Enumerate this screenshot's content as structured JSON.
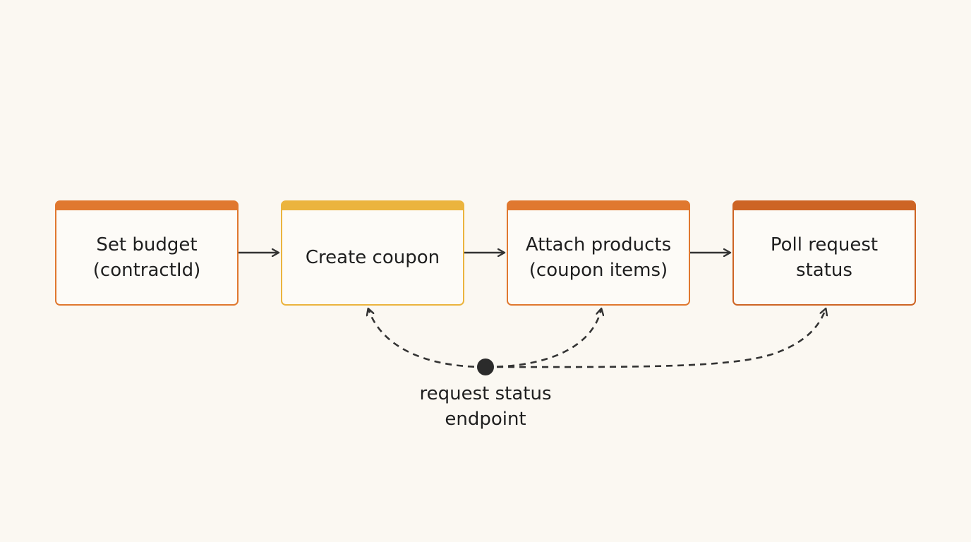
{
  "steps": [
    {
      "label": "Set budget\n(contractId)",
      "color": "#e0782f"
    },
    {
      "label": "Create coupon",
      "color": "#ebb43e"
    },
    {
      "label": "Attach products\n(coupon items)",
      "color": "#e0782f"
    },
    {
      "label": "Poll request\nstatus",
      "color": "#cd6424"
    }
  ],
  "endpoint": {
    "label": "request status\nendpoint"
  },
  "colors": {
    "background": "#fbf8f2",
    "arrow": "#333333",
    "dot": "#2b2b2b"
  }
}
